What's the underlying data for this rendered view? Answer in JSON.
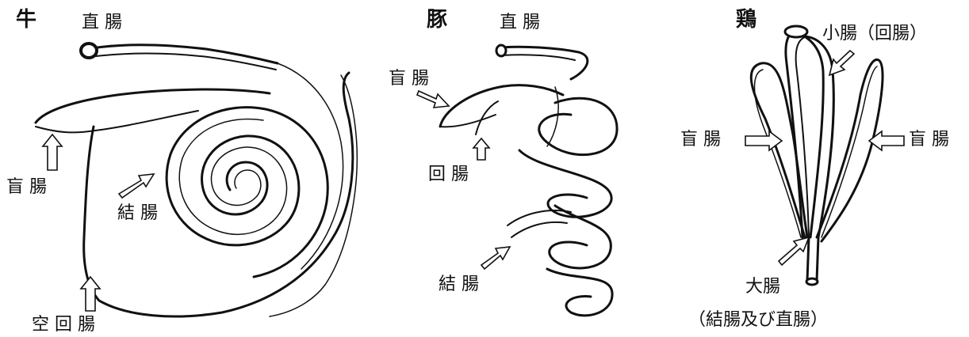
{
  "cow": {
    "title": "牛",
    "labels": {
      "rectum": "直 腸",
      "cecum": "盲 腸",
      "colon": "結 腸",
      "jejunoileum": "空 回 腸"
    }
  },
  "pig": {
    "title": "豚",
    "labels": {
      "rectum": "直 腸",
      "cecum": "盲 腸",
      "ileum": "回 腸",
      "colon": "結 腸"
    }
  },
  "chicken": {
    "title": "鶏",
    "labels": {
      "small_intestine": "小腸（回腸）",
      "cecum_left": "盲 腸",
      "cecum_right": "盲 腸",
      "large_intestine": "大腸",
      "large_intestine_note": "（結腸及び直腸）"
    }
  }
}
